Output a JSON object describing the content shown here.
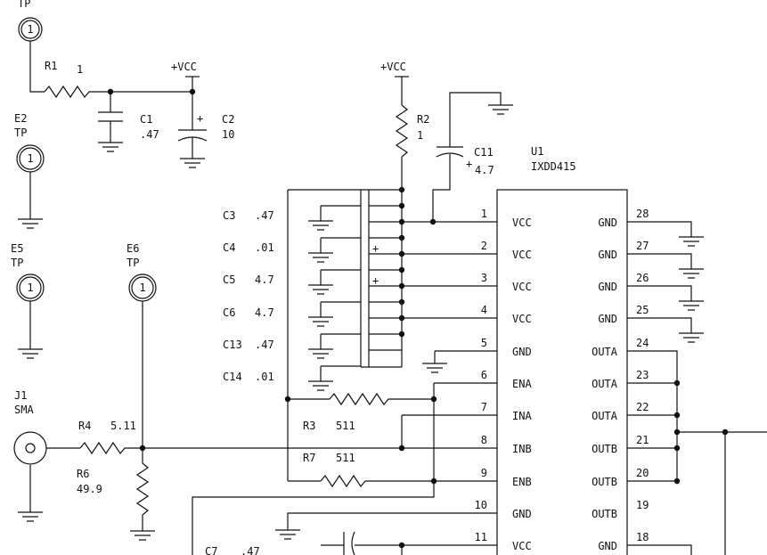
{
  "test_points": {
    "tp_top": {
      "label": "TP"
    },
    "e2": {
      "ref": "E2",
      "label": "TP"
    },
    "e5": {
      "ref": "E5",
      "label": "TP"
    },
    "e6": {
      "ref": "E6",
      "label": "TP"
    },
    "tp_glyph": "1"
  },
  "power": {
    "vcc1": "+VCC",
    "vcc2": "+VCC"
  },
  "components": {
    "r1": {
      "ref": "R1",
      "value": "1"
    },
    "c1": {
      "ref": "C1",
      "value": ".47"
    },
    "c2": {
      "ref": "C2",
      "value": "10",
      "polarity": "+"
    },
    "r2": {
      "ref": "R2",
      "value": "1"
    },
    "c11": {
      "ref": "C11",
      "value": "4.7",
      "polarity": "+"
    },
    "c3": {
      "ref": "C3",
      "value": ".47"
    },
    "c4": {
      "ref": "C4",
      "value": ".01"
    },
    "c5": {
      "ref": "C5",
      "value": "4.7"
    },
    "c6": {
      "ref": "C6",
      "value": "4.7"
    },
    "c13": {
      "ref": "C13",
      "value": ".47"
    },
    "c14": {
      "ref": "C14",
      "value": ".01"
    },
    "c7": {
      "ref": "C7",
      "value": ".47"
    },
    "r3": {
      "ref": "R3",
      "value": "511"
    },
    "r7": {
      "ref": "R7",
      "value": "511"
    },
    "r4": {
      "ref": "R4",
      "value": "5.11"
    },
    "r6": {
      "ref": "R6",
      "value": "49.9"
    },
    "cap_plus": "+"
  },
  "connector": {
    "ref": "J1",
    "type": "SMA"
  },
  "ic": {
    "ref": "U1",
    "part": "IXDD415",
    "left_pins": [
      {
        "num": "1",
        "name": "VCC"
      },
      {
        "num": "2",
        "name": "VCC"
      },
      {
        "num": "3",
        "name": "VCC"
      },
      {
        "num": "4",
        "name": "VCC"
      },
      {
        "num": "5",
        "name": "GND"
      },
      {
        "num": "6",
        "name": "ENA"
      },
      {
        "num": "7",
        "name": "INA"
      },
      {
        "num": "8",
        "name": "INB"
      },
      {
        "num": "9",
        "name": "ENB"
      },
      {
        "num": "10",
        "name": "GND"
      },
      {
        "num": "11",
        "name": "VCC"
      }
    ],
    "right_pins": [
      {
        "num": "28",
        "name": "GND"
      },
      {
        "num": "27",
        "name": "GND"
      },
      {
        "num": "26",
        "name": "GND"
      },
      {
        "num": "25",
        "name": "GND"
      },
      {
        "num": "24",
        "name": "OUTA"
      },
      {
        "num": "23",
        "name": "OUTA"
      },
      {
        "num": "22",
        "name": "OUTA"
      },
      {
        "num": "21",
        "name": "OUTB"
      },
      {
        "num": "20",
        "name": "OUTB"
      },
      {
        "num": "19",
        "name": "OUTB"
      },
      {
        "num": "18",
        "name": "GND"
      }
    ]
  }
}
